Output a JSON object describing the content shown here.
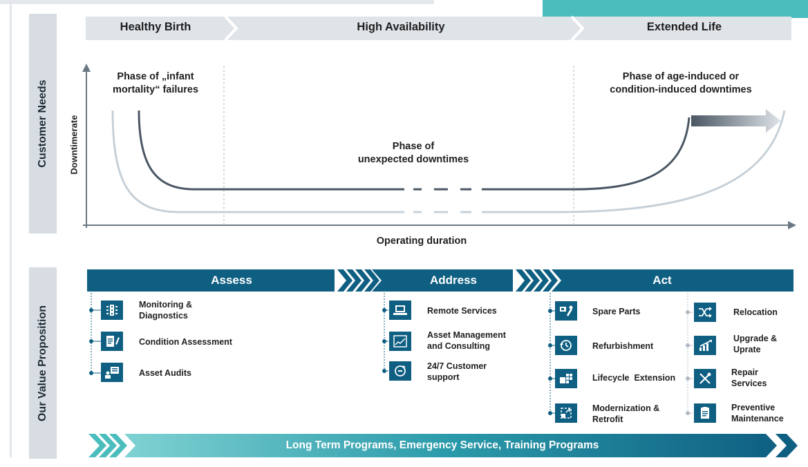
{
  "side_labels": {
    "top": "Customer Needs",
    "bottom": "Our Value Proposition"
  },
  "top_chevrons": [
    "Healthy Birth",
    "High Availability",
    "Extended Life"
  ],
  "axes": {
    "y_label": "Downtimerate",
    "x_label": "Operating duration"
  },
  "phases": {
    "infant_line1": "Phase of „infant",
    "infant_line2": "mortality“ failures",
    "unexpected_line1": "Phase of",
    "unexpected_line2": "unexpected downtimes",
    "age_line1": "Phase of age-induced or",
    "age_line2": "condition-induced downtimes"
  },
  "band": {
    "assess": "Assess",
    "address": "Address",
    "act": "Act"
  },
  "assess_items": [
    {
      "icon": "monitoring-icon",
      "line1": "Monitoring &",
      "line2": "Diagnostics"
    },
    {
      "icon": "condition-assessment-icon",
      "line1": "Condition Assessment",
      "line2": ""
    },
    {
      "icon": "asset-audit-icon",
      "line1": "Asset Audits",
      "line2": ""
    }
  ],
  "address_items": [
    {
      "icon": "laptop-icon",
      "line1": "Remote Services",
      "line2": ""
    },
    {
      "icon": "chart-icon",
      "line1": "Asset Management",
      "line2": "and Consulting"
    },
    {
      "icon": "support-24-7-icon",
      "line1": "24/7 Customer",
      "line2": "support"
    }
  ],
  "act_left_items": [
    {
      "icon": "spare-parts-icon",
      "line1": "Spare Parts",
      "line2": ""
    },
    {
      "icon": "refurbishment-icon",
      "line1": "Refurbishment",
      "line2": ""
    },
    {
      "icon": "lifecycle-extension-icon",
      "line1": "Lifecycle  Extension",
      "line2": ""
    },
    {
      "icon": "modernization-icon",
      "line1": "Modernization &",
      "line2": "Retrofit"
    }
  ],
  "act_right_items": [
    {
      "icon": "relocation-icon",
      "line1": "Relocation",
      "line2": ""
    },
    {
      "icon": "upgrade-icon",
      "line1": "Upgrade &",
      "line2": "Uprate"
    },
    {
      "icon": "repair-icon",
      "line1": "Repair",
      "line2": "Services"
    },
    {
      "icon": "maintenance-icon",
      "line1": "Preventive",
      "line2": "Maintenance"
    }
  ],
  "bottom_bar": "Long Term Programs, Emergency Service, Training Programs",
  "colors": {
    "dark_blue": "#0f5f82",
    "teal": "#4bbdbd",
    "gray_band": "#d7dde3",
    "curve_dark": "#4a5663",
    "curve_light": "#c6d0d8"
  }
}
